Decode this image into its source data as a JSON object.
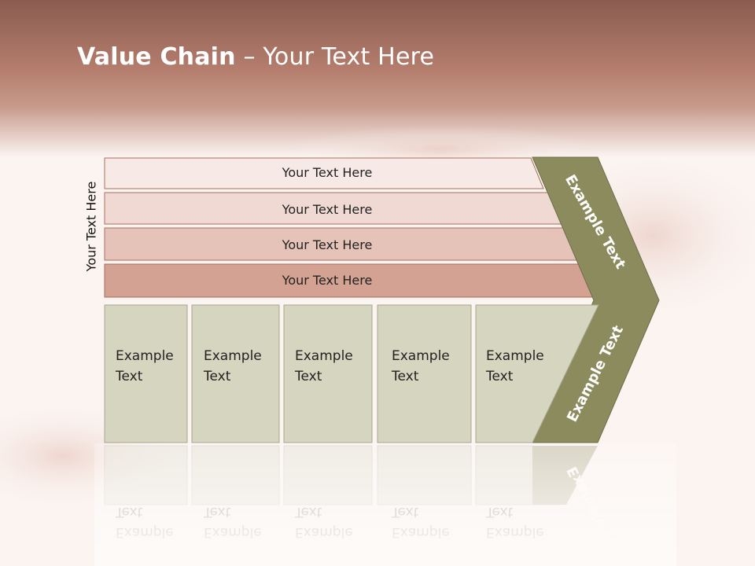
{
  "slide": {
    "title_bold": "Value Chain",
    "title_rest": " – Your Text Here",
    "side_label": "Your Text Here"
  },
  "bars": [
    {
      "label": "Your Text Here",
      "fill": "#f7eae6"
    },
    {
      "label": "Your Text Here",
      "fill": "#f0d9d2"
    },
    {
      "label": "Your Text Here",
      "fill": "#e6c3b8"
    },
    {
      "label": "Your Text Here",
      "fill": "#d4a292"
    }
  ],
  "boxes": [
    {
      "line1": "Example",
      "line2": "Text"
    },
    {
      "line1": "Example",
      "line2": "Text"
    },
    {
      "line1": "Example",
      "line2": "Text"
    },
    {
      "line1": "Example",
      "line2": "Text"
    },
    {
      "line1": "Example",
      "line2": "Text"
    }
  ],
  "chevron": {
    "upper_label": "Example Text",
    "lower_label": "Example Text",
    "fill": "#8c8b5e"
  },
  "colors": {
    "header_band": "#b98070",
    "box_fill": "#d5d5c0",
    "box_stroke": "#a8a890",
    "bar_stroke": "#a86e5e"
  }
}
